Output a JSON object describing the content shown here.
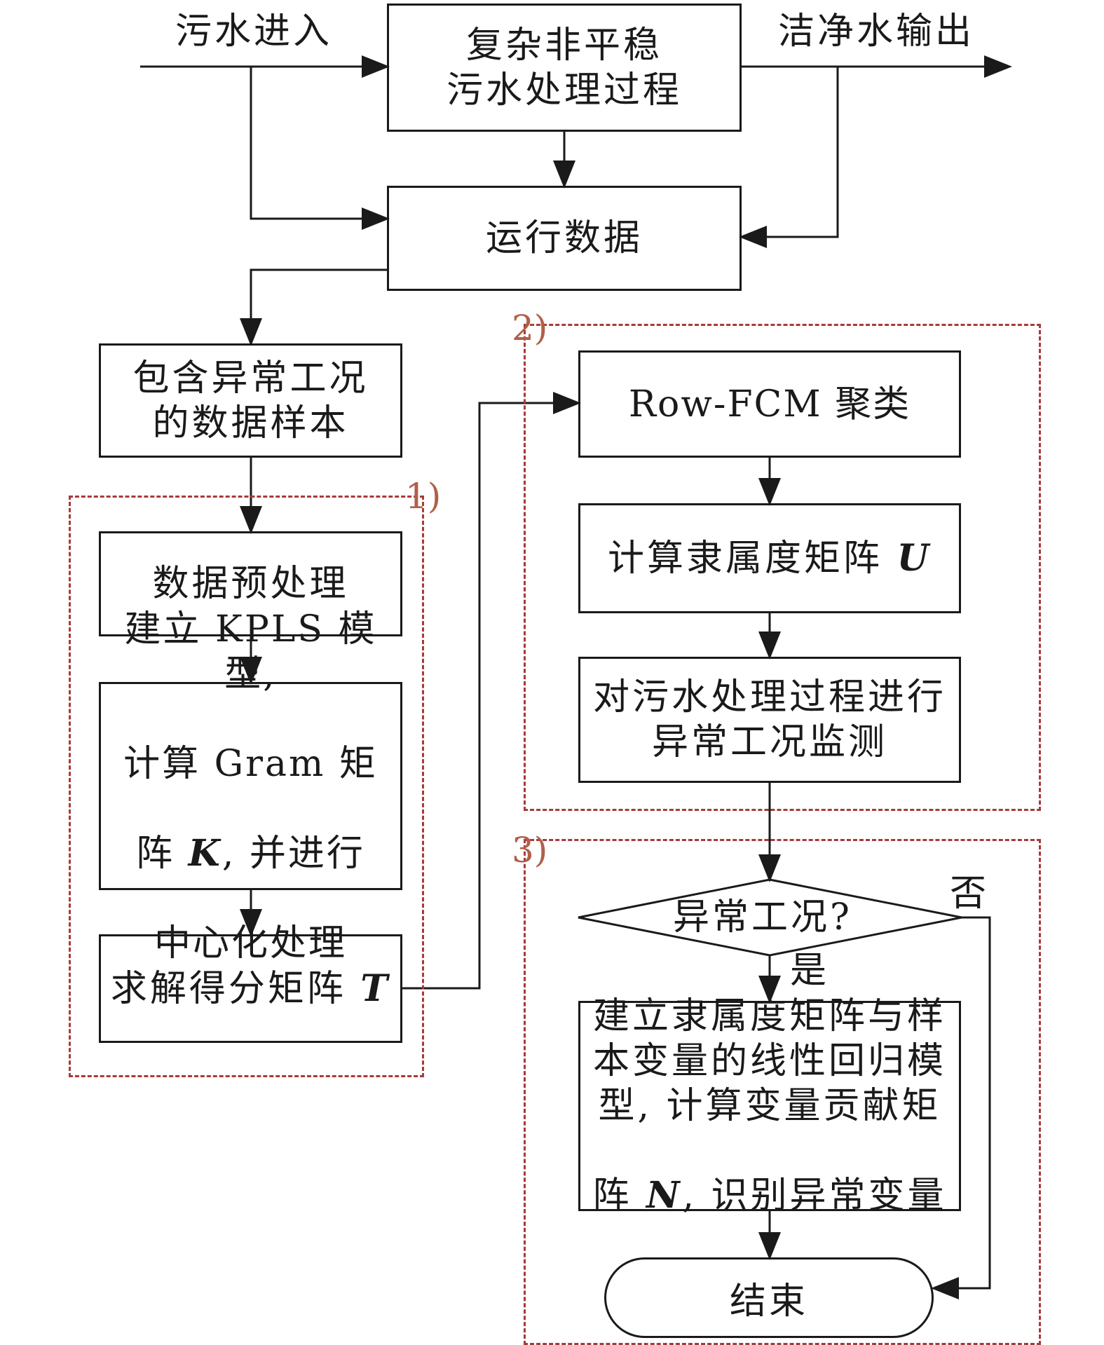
{
  "labels": {
    "sewage_in": "污水进入",
    "clean_out": "洁净水输出",
    "yes": "是",
    "no": "否"
  },
  "nodes": {
    "process": "复杂非平稳\n污水处理过程",
    "run_data": "运行数据",
    "samples": "包含异常工况\n的数据样本",
    "preprocess": "数据预处理",
    "kpls_line1": "建立 KPLS 模型,",
    "kpls_line2": "计算 Gram 矩",
    "kpls_line3_a": "阵 ",
    "kpls_line3_b": "K",
    "kpls_line3_c": ", 并进行",
    "kpls_line4": "中心化处理",
    "score_a": "求解得分矩阵 ",
    "score_b": "T",
    "rowfcm": "Row-FCM 聚类",
    "membership_a": "计算隶属度矩阵 ",
    "membership_b": "U",
    "monitor": "对污水处理过程进行\n异常工况监测",
    "decision": "异常工况?",
    "regress_lines": "建立隶属度矩阵与样\n本变量的线性回归模\n型, 计算变量贡献矩",
    "regress_last_a": "阵 ",
    "regress_last_b": "N",
    "regress_last_c": ", 识别异常变量",
    "end": "结束"
  },
  "regions": {
    "r1": "1)",
    "r2": "2)",
    "r3": "3)"
  }
}
